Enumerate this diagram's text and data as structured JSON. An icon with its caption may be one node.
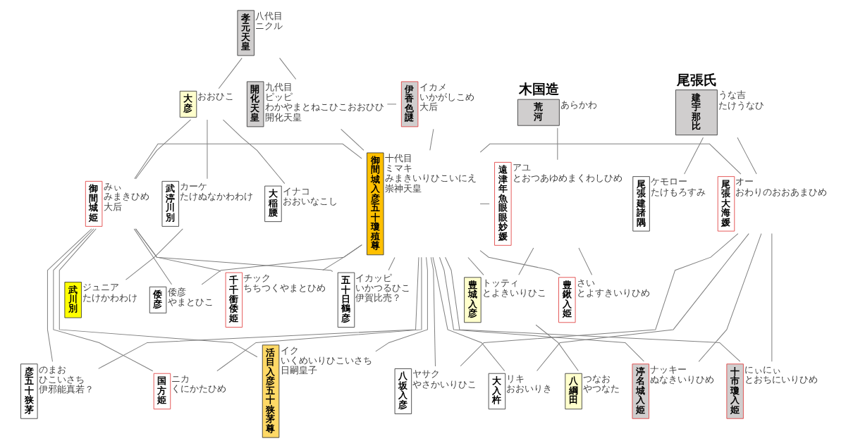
{
  "diagram": {
    "nodes": [
      {
        "text": [
          "孝元天皇"
        ],
        "beside": [
          "八代目",
          "ニクル"
        ]
      },
      {
        "text": [
          "大彦"
        ],
        "beside": [
          "おおひこ"
        ]
      },
      {
        "text": [
          "開化天皇"
        ],
        "beside": [
          "九代目",
          "ピッピ",
          "わかやまとねこひこおおひひ",
          "開化天皇"
        ]
      },
      {
        "text": [
          "伊香色謎"
        ],
        "beside": [
          "イカメ",
          "いかがしこめ",
          "大后"
        ]
      },
      {
        "text": [
          "木国造",
          "荒河"
        ],
        "beside": [
          "あらかわ"
        ]
      },
      {
        "text": [
          "武渟川別"
        ],
        "beside": [
          "カーケ",
          "たけぬなかわわけ"
        ]
      },
      {
        "text": [
          "大稲腰"
        ],
        "beside": [
          "イナコ",
          "おおいなこし"
        ]
      },
      {
        "text": [
          "御間城姫"
        ],
        "beside": [
          "みぃ",
          "みまきひめ",
          "大后"
        ]
      },
      {
        "text": [
          "御間城入彦五十瓊殖尊"
        ],
        "beside": [
          "十代目",
          "ミマキ",
          "みまきいりひこいにえ",
          "崇神天皇"
        ]
      },
      {
        "text": [
          "遠津年魚眼眼妙媛"
        ],
        "beside": [
          "アユ",
          "とおつあゆめまくわしひめ"
        ]
      },
      {
        "text": [
          "武川別"
        ],
        "beside": [
          "ジュニア",
          "たけかわわけ"
        ]
      },
      {
        "text": [
          "豊城入彦"
        ],
        "beside": [
          "トッティ",
          "とよきいりひこ"
        ]
      },
      {
        "text": [
          "豊鍬入姫"
        ],
        "beside": [
          "さい",
          "とよすきいりひめ"
        ]
      },
      {
        "text": [
          "八綱田"
        ],
        "beside": [
          "つなお",
          "やつなた"
        ]
      },
      {
        "text": [
          "尾張氏",
          "建宇那比"
        ],
        "beside": [
          "うな吉",
          "たけうなひ"
        ]
      },
      {
        "text": [
          "活目入彦五十狭茅尊"
        ],
        "beside": [
          "イク",
          "いくめいりひこいさち",
          "日嗣皇子"
        ]
      },
      {
        "text": [
          "彦五十狭茅"
        ],
        "beside": [
          "のまお",
          "ひこいさち",
          "伊邪能真若？"
        ]
      },
      {
        "text": [
          "国方姫"
        ],
        "beside": [
          "ニカ",
          "くにかたひめ"
        ]
      },
      {
        "text": [
          "千千衝倭姫"
        ],
        "beside": [
          "チック",
          "ちちつくやまとひめ"
        ]
      },
      {
        "text": [
          "五十日鶴彦"
        ],
        "beside": [
          "イカッピ",
          "いかつるひこ",
          "伊賀比売？"
        ]
      },
      {
        "text": [
          "倭彦"
        ],
        "beside": [
          "倭彦",
          "やまとひこ"
        ]
      },
      {
        "text": [
          "尾張大海媛"
        ],
        "beside": [
          "オー",
          "おわりのおおあまひめ"
        ]
      },
      {
        "text": [
          "尾張建諸隅"
        ],
        "beside": [
          "ケモロー",
          "たけもろすみ"
        ]
      },
      {
        "text": [
          "大入杵"
        ],
        "beside": [
          "リキ",
          "おおいりき"
        ]
      },
      {
        "text": [
          "八坂入彦"
        ],
        "beside": [
          "ヤサク",
          "やさかいりひこ"
        ]
      },
      {
        "text": [
          "渟名城入姫"
        ],
        "beside": [
          "ナッキー",
          "ぬなきいりひめ"
        ]
      },
      {
        "text": [
          "十市瓊入姫"
        ],
        "beside": [
          "にぃにぃ",
          "とおちにいりひめ"
        ]
      }
    ],
    "edges": [
      {
        "from": 0,
        "to": 1,
        "arrow": "none"
      },
      {
        "from": 0,
        "to": 2,
        "arrow": "none"
      },
      {
        "from": 2,
        "to": 3,
        "arrow": "none"
      },
      {
        "from": 2,
        "to": 8,
        "arrow": "none"
      },
      {
        "from": 3,
        "to": 8,
        "arrow": "none"
      },
      {
        "from": 1,
        "to": 5,
        "arrow": "none"
      },
      {
        "from": 1,
        "to": 6,
        "arrow": "none"
      },
      {
        "from": 1,
        "to": 7,
        "arrow": "none"
      },
      {
        "from": 7,
        "to": 8,
        "arrow": "none"
      },
      {
        "from": 8,
        "to": 9,
        "arrow": "none"
      },
      {
        "from": 4,
        "to": 9,
        "arrow": "none"
      },
      {
        "from": 5,
        "to": 10,
        "arrow": "none"
      },
      {
        "from": 8,
        "to": 11,
        "arrow": "none"
      },
      {
        "from": 9,
        "to": 11,
        "arrow": "none"
      },
      {
        "from": 8,
        "to": 12,
        "arrow": "none"
      },
      {
        "from": 9,
        "to": 12,
        "arrow": "none"
      },
      {
        "from": 11,
        "to": 13,
        "arrow": "none"
      },
      {
        "from": 14,
        "to": 21,
        "arrow": "none"
      },
      {
        "from": 14,
        "to": 22,
        "arrow": "none"
      },
      {
        "from": 7,
        "to": 15,
        "arrow": "none"
      },
      {
        "from": 8,
        "to": 15,
        "arrow": "none"
      },
      {
        "from": 7,
        "to": 16,
        "arrow": "none"
      },
      {
        "from": 8,
        "to": 16,
        "arrow": "none"
      },
      {
        "from": 7,
        "to": 17,
        "arrow": "none"
      },
      {
        "from": 8,
        "to": 17,
        "arrow": "none"
      },
      {
        "from": 7,
        "to": 18,
        "arrow": "none"
      },
      {
        "from": 8,
        "to": 18,
        "arrow": "none"
      },
      {
        "from": 7,
        "to": 19,
        "arrow": "none"
      },
      {
        "from": 8,
        "to": 19,
        "arrow": "none"
      },
      {
        "from": 7,
        "to": 20,
        "arrow": "none"
      },
      {
        "from": 8,
        "to": 20,
        "arrow": "none"
      },
      {
        "from": 8,
        "to": 21,
        "arrow": "none"
      },
      {
        "from": 8,
        "to": 23,
        "arrow": "none"
      },
      {
        "from": 21,
        "to": 23,
        "arrow": "none"
      },
      {
        "from": 8,
        "to": 24,
        "arrow": "none"
      },
      {
        "from": 21,
        "to": 24,
        "arrow": "none"
      },
      {
        "from": 8,
        "to": 25,
        "arrow": "none"
      },
      {
        "from": 21,
        "to": 25,
        "arrow": "none"
      },
      {
        "from": 8,
        "to": 26,
        "arrow": "none"
      },
      {
        "from": 21,
        "to": 26,
        "arrow": "none"
      }
    ]
  }
}
